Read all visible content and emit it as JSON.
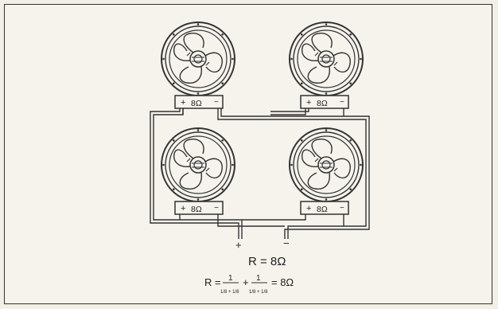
{
  "diagram": {
    "speakers": [
      {
        "id": "top-left",
        "plus": "+",
        "impedance": "8Ω",
        "minus": "−"
      },
      {
        "id": "top-right",
        "plus": "+",
        "impedance": "8Ω",
        "minus": "−"
      },
      {
        "id": "bottom-left",
        "plus": "+",
        "impedance": "8Ω",
        "minus": "−"
      },
      {
        "id": "bottom-right",
        "plus": "+",
        "impedance": "8Ω",
        "minus": "−"
      }
    ],
    "terminals": {
      "positive": "+",
      "negative": "−"
    },
    "result": "R = 8Ω",
    "formula": {
      "lead": "R =",
      "frac1_num": "1",
      "frac1_den": "1/8 + 1/8",
      "plus": "+",
      "frac2_num": "1",
      "frac2_den": "1/8 + 1/8",
      "tail": "= 8Ω"
    }
  },
  "colors": {
    "line": "#333333",
    "paper": "#f5f3ec"
  }
}
